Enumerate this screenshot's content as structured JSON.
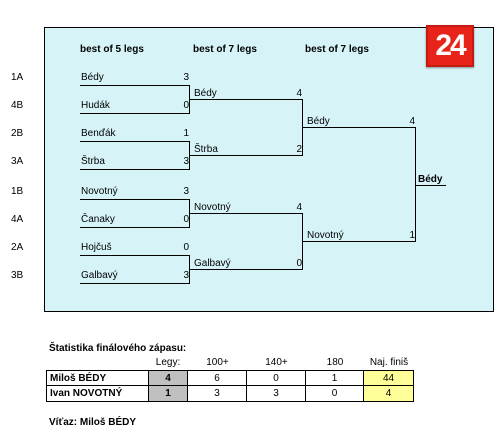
{
  "headers": [
    "best of 5 legs",
    "best of 7 legs",
    "best of 7 legs"
  ],
  "logo_text": "24",
  "round1": [
    {
      "seed": "1A",
      "name": "Bédy",
      "score": "3"
    },
    {
      "seed": "4B",
      "name": "Hudák",
      "score": "0"
    },
    {
      "seed": "2B",
      "name": "Benďák",
      "score": "1"
    },
    {
      "seed": "3A",
      "name": "Štrba",
      "score": "3"
    },
    {
      "seed": "1B",
      "name": "Novotný",
      "score": "3"
    },
    {
      "seed": "4A",
      "name": "Čanaky",
      "score": "0"
    },
    {
      "seed": "2A",
      "name": "Hojčuš",
      "score": "0"
    },
    {
      "seed": "3B",
      "name": "Galbavý",
      "score": "3"
    }
  ],
  "round2": [
    {
      "name": "Bédy",
      "score": "4"
    },
    {
      "name": "Štrba",
      "score": "2"
    },
    {
      "name": "Novotný",
      "score": "4"
    },
    {
      "name": "Galbavý",
      "score": "0"
    }
  ],
  "round3": [
    {
      "name": "Bédy",
      "score": "4"
    },
    {
      "name": "Novotný",
      "score": "1"
    }
  ],
  "winner_bracket": "Bédy",
  "stats": {
    "title": "Štatistika finálového zápasu:",
    "columns": [
      "Legy:",
      "100+",
      "140+",
      "180",
      "Naj. finiš"
    ],
    "rows": [
      {
        "name": "Miloš BÉDY",
        "values": [
          "4",
          "6",
          "0",
          "1",
          "44"
        ]
      },
      {
        "name": "Ivan NOVOTNÝ",
        "values": [
          "1",
          "3",
          "3",
          "0",
          "4"
        ]
      }
    ],
    "legs_color": "#c0c0c0",
    "finish_color": "#ffff99"
  },
  "winner_line": "Víťaz: Miloš BÉDY"
}
